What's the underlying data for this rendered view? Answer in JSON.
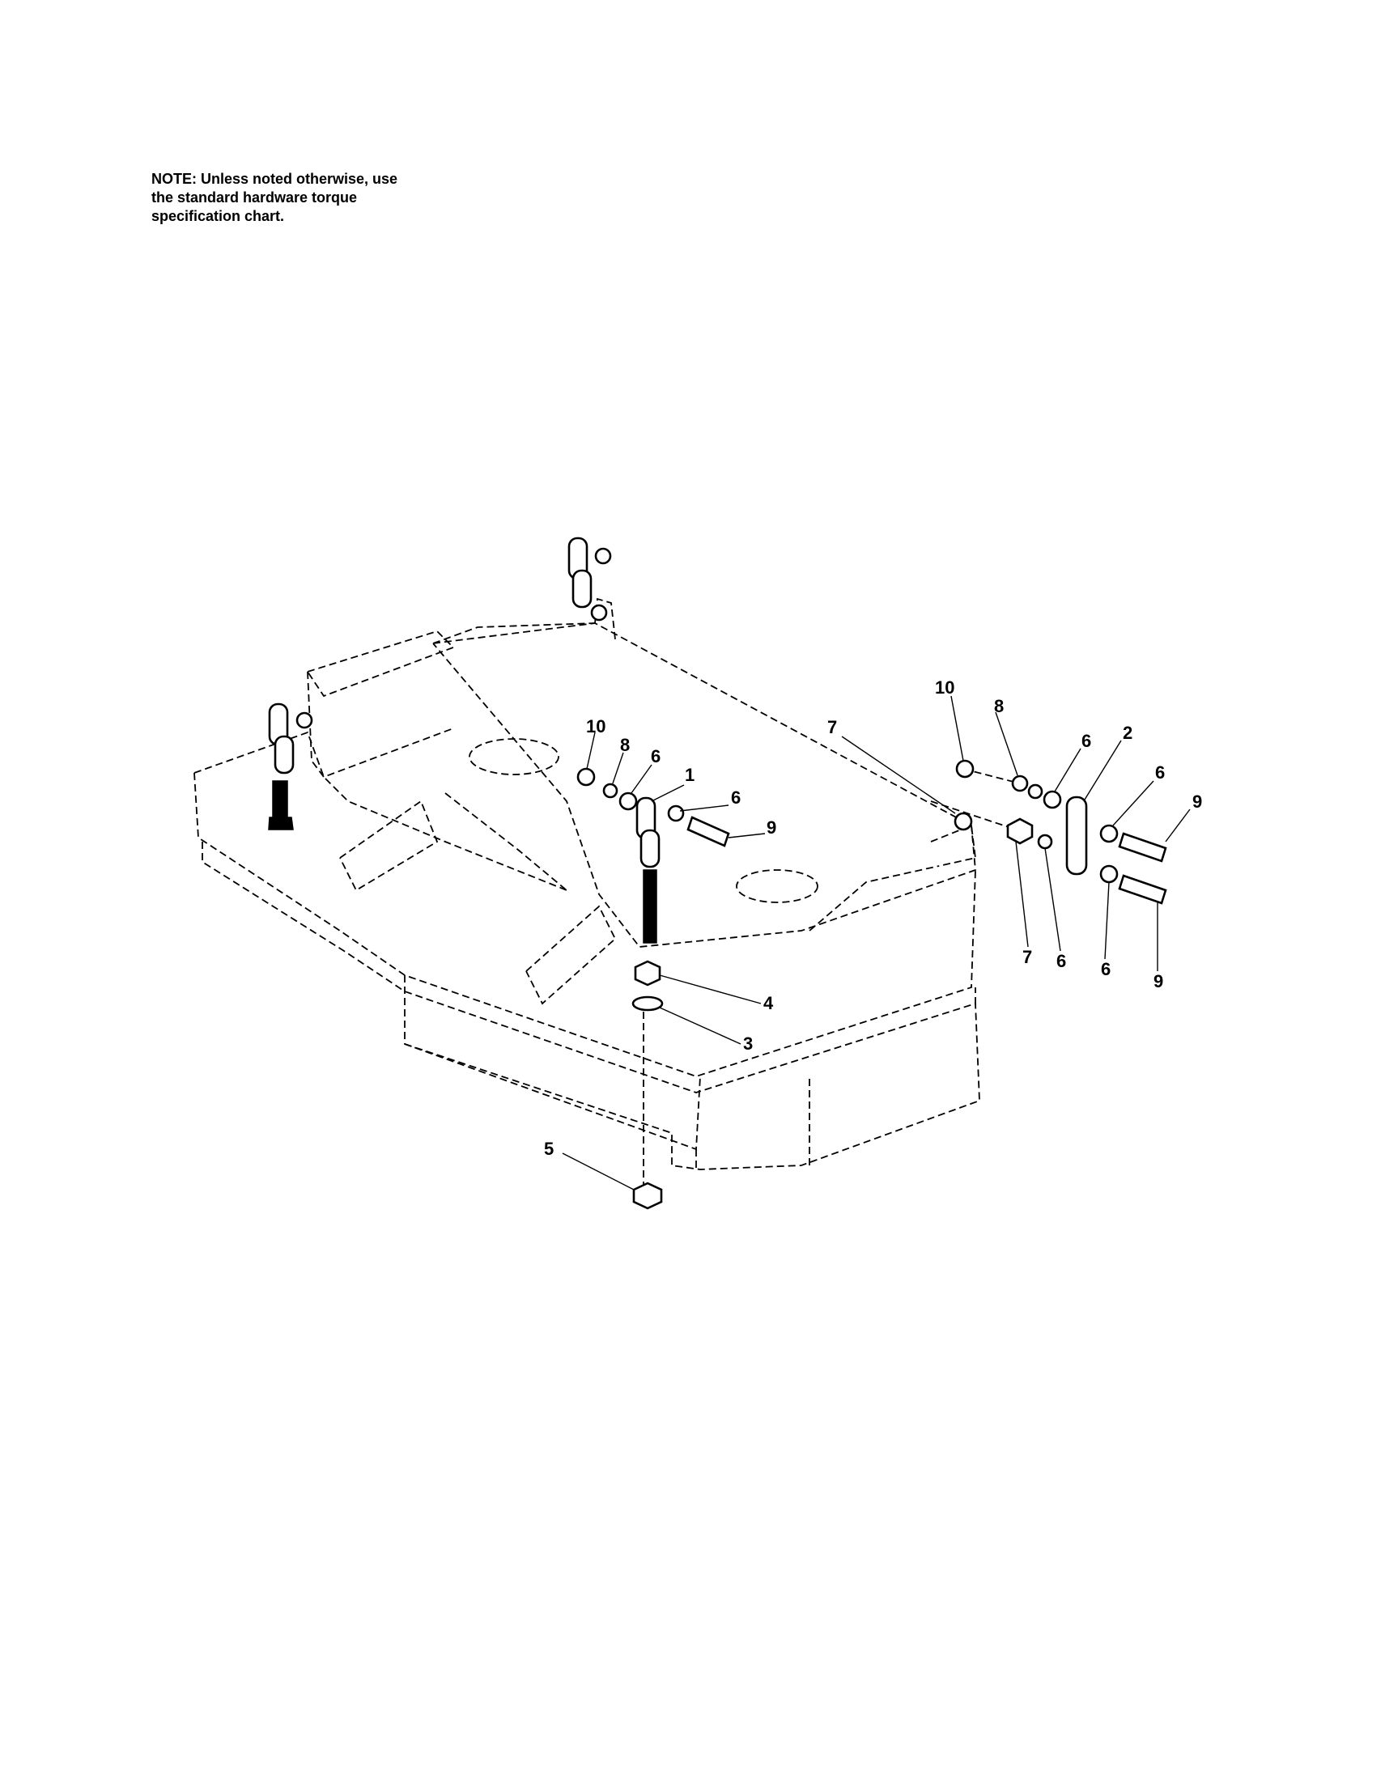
{
  "note": {
    "lines": [
      "NOTE: Unless noted otherwise, use",
      "the standard hardware torque",
      "specification chart."
    ]
  },
  "callouts": [
    {
      "id": "c1",
      "text": "1"
    },
    {
      "id": "c2",
      "text": "2"
    },
    {
      "id": "c3",
      "text": "3"
    },
    {
      "id": "c4",
      "text": "4"
    },
    {
      "id": "c5",
      "text": "5"
    },
    {
      "id": "c6a",
      "text": "6"
    },
    {
      "id": "c6b",
      "text": "6"
    },
    {
      "id": "c6c",
      "text": "6"
    },
    {
      "id": "c6d",
      "text": "6"
    },
    {
      "id": "c6e",
      "text": "6"
    },
    {
      "id": "c6f",
      "text": "6"
    },
    {
      "id": "c7a",
      "text": "7"
    },
    {
      "id": "c7b",
      "text": "7"
    },
    {
      "id": "c8a",
      "text": "8"
    },
    {
      "id": "c8b",
      "text": "8"
    },
    {
      "id": "c9a",
      "text": "9"
    },
    {
      "id": "c9b",
      "text": "9"
    },
    {
      "id": "c9c",
      "text": "9"
    },
    {
      "id": "c10a",
      "text": "10"
    },
    {
      "id": "c10b",
      "text": "10"
    }
  ]
}
